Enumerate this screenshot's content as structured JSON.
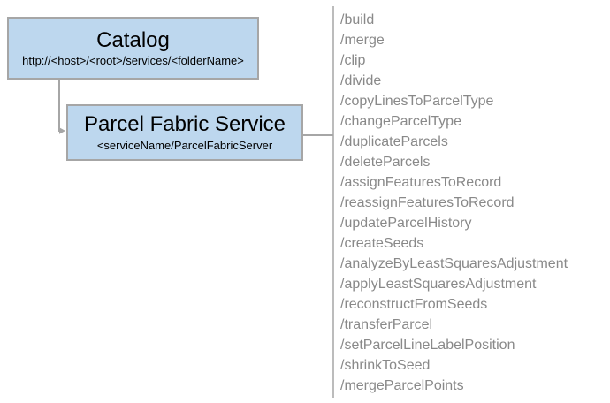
{
  "diagram": {
    "nodes": {
      "catalog": {
        "title": "Catalog",
        "subtitle": "http://<host>/<root>/services/<folderName>"
      },
      "service": {
        "title": "Parcel Fabric Service",
        "subtitle": "<serviceName/ParcelFabricServer"
      }
    },
    "endpoints": [
      "/build",
      "/merge",
      "/clip",
      "/divide",
      "/copyLinesToParcelType",
      "/changeParcelType",
      "/duplicateParcels",
      "/deleteParcels",
      "/assignFeaturesToRecord",
      "/reassignFeaturesToRecord",
      "/updateParcelHistory",
      "/createSeeds",
      "/analyzeByLeastSquaresAdjustment",
      "/applyLeastSquaresAdjustment",
      "/reconstructFromSeeds",
      "/transferParcel",
      "/setParcelLineLabelPosition",
      "/shrinkToSeed",
      "/mergeParcelPoints"
    ],
    "colors": {
      "node_fill": "#bdd7ee",
      "node_border": "#a6a6a6",
      "connector": "#a6a6a6",
      "endpoint_text": "#898989",
      "title_text": "#000000",
      "background": "#ffffff"
    }
  }
}
